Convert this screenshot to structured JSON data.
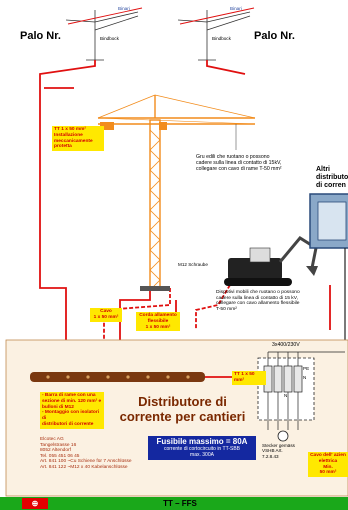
{
  "labels": {
    "palo_left": "Palo Nr.",
    "palo_right": "Palo Nr.",
    "top_mini_left": "Binari",
    "top_mini_right": "Binari",
    "mast_small_left": "Bindbock",
    "mast_small_right": "Bindbock",
    "tt_box_l1": "TT 1 x 50 mm²",
    "tt_box_l2": "Installazione",
    "tt_box_l3": "meccanicamente",
    "tt_box_l4": "protetta",
    "crane_note": "Gru edili che ruotano o possono cadere sulla linea di contatto di 15kV, collegare con cavo di rame T-50 mm²",
    "m12_label": "M12 Schraube",
    "excavator_note": "Dispotivi mobili che ruotano o possono cadere sulla linea di contatto di 15 kV, collegare con cavo allamento flessibile T-50 mm²",
    "cavo_l1": "Cavo",
    "cavo_l2": "1 x 50 mm²",
    "corda_l1": "Corda allamento",
    "corda_l2": "flessibile",
    "corda_l3": "1 x 50 mm²",
    "altri_l1": "Altri",
    "altri_l2": "distributo",
    "altri_l3": "di corren",
    "tt_box2": "TT 1 x 50 mm²",
    "voltage": "3x400/230V",
    "bus_l1": "- Barra di rame con una",
    "bus_l2": "sezione di min. 120 mm² e",
    "bus_l3": "bulloni di M12",
    "bus_l4": "- Montaggio con isolatori di",
    "bus_l5": "distributori di corrente",
    "title_l1": "Distributore di",
    "title_l2": "corrente per cantieri",
    "company_l1": "Elcotec AG",
    "company_l2": "Tangelstrasse 16",
    "company_l3": "8052 Altendorf",
    "company_l4": "Tel. 055 451 06 45",
    "company_l5": "Art. 841 100 ~Cu Schiene für 7 Anschlüsse",
    "company_l6": "Art. 841 122 ~M12 x 40 Kabelanschlüsse",
    "fuse_l1": "Fusibile massimo = 80A",
    "fuse_l2": "corrente di cortocircuito in TT-SBB",
    "fuse_l3": "max. 300A",
    "ground_note": "Stecker gemäss VSHB Art. 7.2.8.43",
    "sw_n1": "N",
    "sw_n2": "N",
    "sw_pe": "PE",
    "cable_l1": "Cavo dell' azien",
    "cable_l2": "elettrica",
    "cable_l3": "Min.",
    "cable_l4": "50 mm²",
    "footer_flag": "⊕",
    "footer_text": "TT – FFS"
  },
  "colors": {
    "crane": "#f28c1c",
    "red_wire": "#e01010",
    "yellow": "#ffe800",
    "rail": "#7a3810",
    "footer": "#1aa81a",
    "fuse_box": "#1428a0"
  }
}
